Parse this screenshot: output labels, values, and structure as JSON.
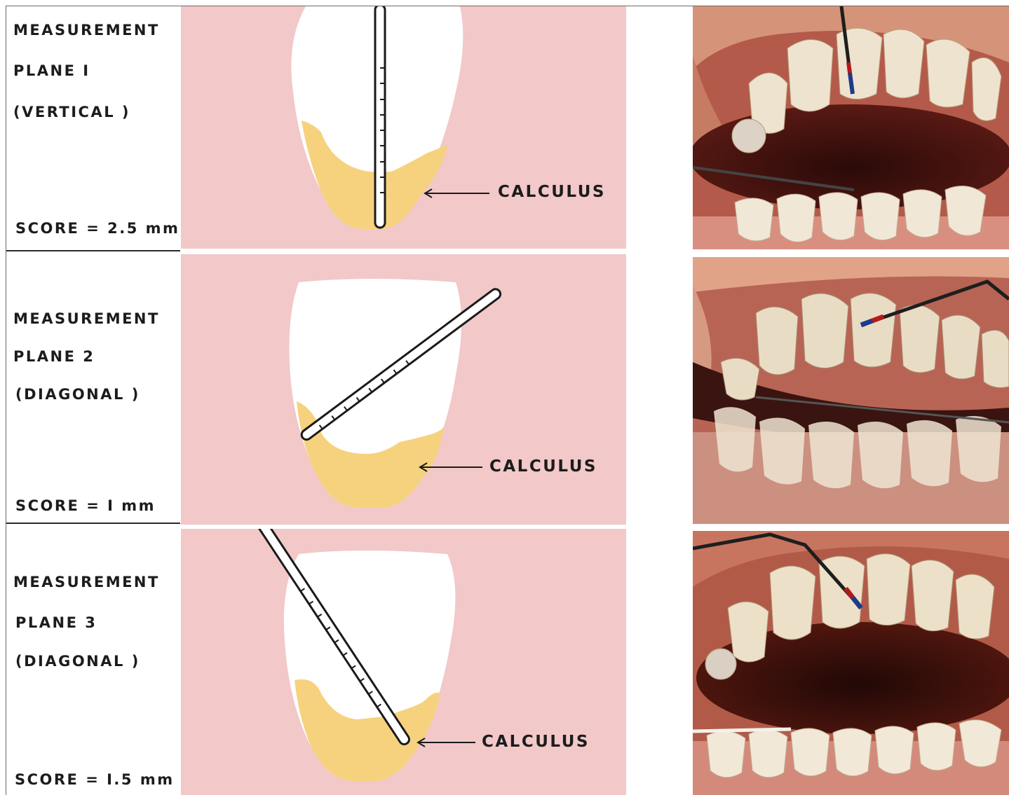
{
  "panels": [
    {
      "measurement": "MEASUREMENT",
      "plane": "PLANE I",
      "orientation": "(VERTICAL )",
      "score": "SCORE = 2.5 mm",
      "calculus_label": "CALCULUS"
    },
    {
      "measurement": "MEASUREMENT",
      "plane": "PLANE 2",
      "orientation": "(DIAGONAL )",
      "score": "SCORE = I mm",
      "calculus_label": "CALCULUS"
    },
    {
      "measurement": "MEASUREMENT",
      "plane": "PLANE 3",
      "orientation": "(DIAGONAL )",
      "score": "SCORE = I.5 mm",
      "calculus_label": "CALCULUS"
    }
  ],
  "colors": {
    "gum_pink": "#f2c8c9",
    "calculus_yellow": "#f6d27e",
    "tooth_white": "#ffffff",
    "probe_outline": "#1a1a1a"
  }
}
